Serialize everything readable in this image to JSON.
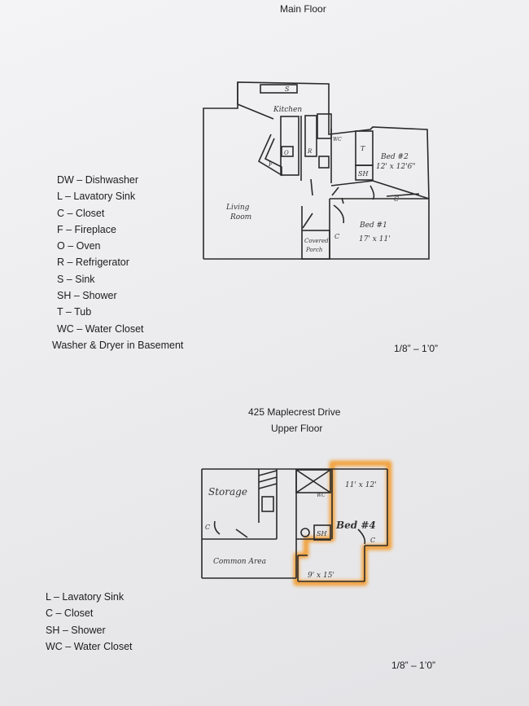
{
  "main_floor": {
    "title": "Main Floor",
    "rooms": {
      "kitchen": "Kitchen",
      "living_room_line1": "Living",
      "living_room_line2": "Room",
      "covered_porch_line1": "Covered",
      "covered_porch_line2": "Porch",
      "bed2": "Bed #2",
      "bed2_size": "12' x 12'6\"",
      "bed1": "Bed #1",
      "bed1_size": "17' x 11'"
    },
    "fixtures": {
      "s": "S",
      "t": "T",
      "sh": "SH",
      "c1": "C",
      "c2": "C",
      "o": "O",
      "r": "R",
      "f": "F",
      "wc": "WC"
    },
    "legend": [
      "DW – Dishwasher",
      "L – Lavatory Sink",
      "C – Closet",
      "F – Fireplace",
      "O – Oven",
      "R – Refrigerator",
      "S – Sink",
      "SH – Shower",
      "T – Tub",
      "WC – Water Closet",
      "Washer & Dryer in Basement"
    ],
    "scale": "1/8” – 1’0”"
  },
  "upper_floor": {
    "address": "425 Maplecrest Drive",
    "title": "Upper Floor",
    "rooms": {
      "storage": "Storage",
      "common_area": "Common Area",
      "bed4": "Bed #4",
      "bed4_size_top": "11' x 12'",
      "bed4_size_bottom": "9' x 15'"
    },
    "fixtures": {
      "c": "C",
      "c2": "C",
      "sh": "SH",
      "wc": "WC"
    },
    "legend": [
      "L – Lavatory Sink",
      "C – Closet",
      "SH – Shower",
      "WC – Water Closet"
    ],
    "scale": "1/8” – 1’0”",
    "highlight_color": "#f39a2a"
  }
}
